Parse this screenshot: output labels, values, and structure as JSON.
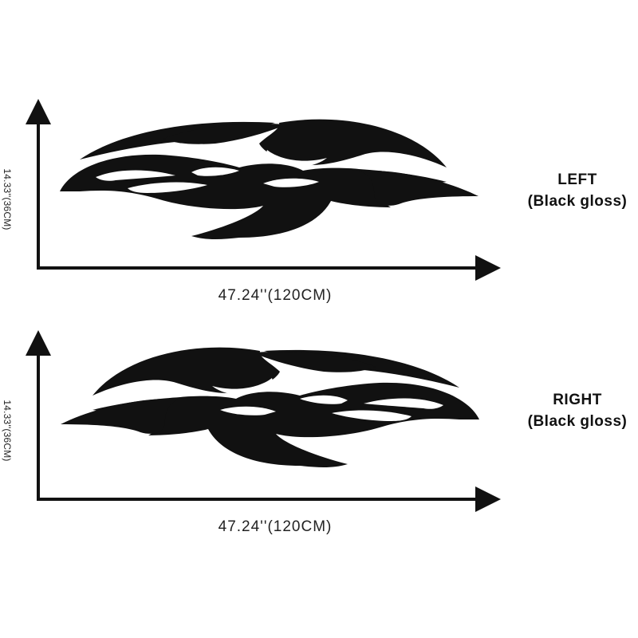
{
  "colors": {
    "ink": "#111111",
    "background": "#ffffff"
  },
  "panels": [
    {
      "id": "left",
      "title": "LEFT",
      "finish": "(Black gloss)",
      "height_label": "14.33''(36CM)",
      "width_label": "47.24''(120CM)",
      "orientation": "facing-left"
    },
    {
      "id": "right",
      "title": "RIGHT",
      "finish": "(Black gloss)",
      "height_label": "14.33''(36CM)",
      "width_label": "47.24''(120CM)",
      "orientation": "facing-right"
    }
  ]
}
